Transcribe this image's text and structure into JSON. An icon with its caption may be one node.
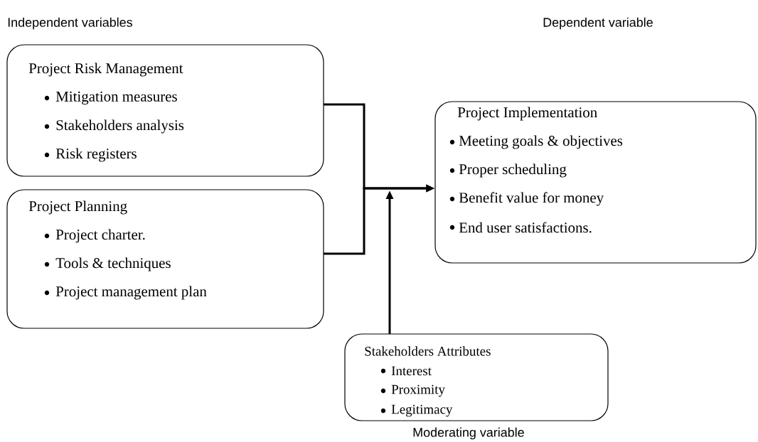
{
  "diagram": {
    "nodes": [
      {
        "text": [
          "Project Risk Management",
          "Mitigation measures",
          "Stakeholders analysis",
          "Risk registers"
        ]
      },
      {
        "text": [
          "Project Planning",
          "Project charter.",
          "Tools & techniques",
          "Project management plan"
        ]
      },
      {
        "text": [
          "Project Implementation",
          "Meeting goals & objectives",
          "Proper scheduling",
          "Benefit value for money",
          "End user satisfactions."
        ]
      },
      {
        "text": [
          "Stakeholders Attributes",
          "Interest",
          "Proximity",
          "Legitimacy"
        ]
      }
    ],
    "edges": [
      {
        "from": 0,
        "to": 2,
        "arrow": "to"
      },
      {
        "from": 1,
        "to": 2,
        "arrow": "to"
      },
      {
        "from": 3,
        "to": 2,
        "arrow": "to"
      }
    ],
    "labels": [
      "Independent variables",
      "Dependent variable",
      "Moderating variable"
    ]
  }
}
